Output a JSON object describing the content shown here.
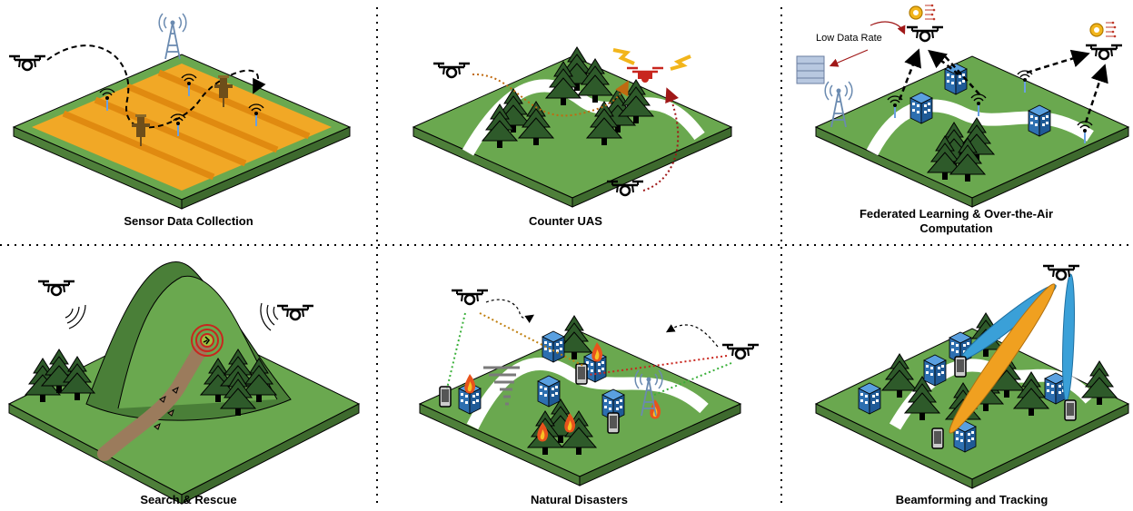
{
  "panels": [
    {
      "id": "sensor",
      "caption": "Sensor Data Collection"
    },
    {
      "id": "counter",
      "caption": "Counter UAS"
    },
    {
      "id": "federated",
      "caption_line1": "Federated Learning & Over-the-Air",
      "caption_line2": "Computation"
    },
    {
      "id": "rescue",
      "caption": "Search & Rescue"
    },
    {
      "id": "disaster",
      "caption": "Natural Disasters"
    },
    {
      "id": "beam",
      "caption": "Beamforming and Tracking"
    }
  ],
  "annotations": {
    "low_data_rate": "Low Data Rate"
  },
  "colors": {
    "grass": "#6aa84f",
    "grass_dark": "#4e7f3a",
    "field": "#f1a826",
    "tree": "#2e5a2a",
    "building": "#2d6fb0",
    "road": "#ffffff",
    "path": "#9b7b5c",
    "threat": "#c8261e",
    "lightning": "#f2b51b",
    "beam_blue": "#3aa0d8",
    "beam_orange": "#f0a020"
  },
  "icons": [
    "drone-icon",
    "antenna-tower-icon",
    "sensor-icon",
    "scarecrow-icon",
    "tree-icon",
    "building-icon",
    "phone-icon",
    "fire-icon",
    "tornado-icon",
    "server-icon",
    "brain-icon",
    "person-icon"
  ]
}
